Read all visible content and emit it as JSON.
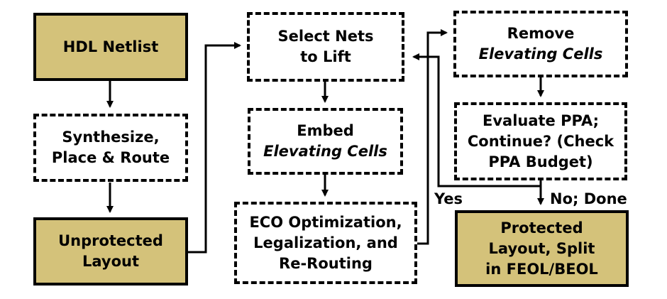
{
  "nodes": {
    "hdl_netlist": {
      "lines": [
        "HDL Netlist"
      ]
    },
    "synthesize": {
      "lines": [
        "Synthesize,",
        "Place & Route"
      ]
    },
    "unprotected": {
      "lines": [
        "Unprotected",
        "Layout"
      ]
    },
    "select_nets": {
      "lines": [
        "Select Nets",
        "to Lift"
      ]
    },
    "embed": {
      "lines": [
        "Embed",
        "Elevating Cells"
      ]
    },
    "eco": {
      "lines": [
        "ECO Optimization,",
        "Legalization, and",
        "Re-Routing"
      ]
    },
    "remove": {
      "lines": [
        "Remove",
        "Elevating Cells"
      ]
    },
    "evaluate": {
      "lines": [
        "Evaluate PPA;",
        "Continue? (Check",
        "PPA Budget)"
      ]
    },
    "protected": {
      "lines": [
        "Protected",
        "Layout, Split",
        "in FEOL/BEOL"
      ]
    }
  },
  "edge_labels": {
    "yes": "Yes",
    "no_done": "No; Done"
  },
  "colors": {
    "solid_fill": "#d4c27a",
    "border": "#000000"
  }
}
